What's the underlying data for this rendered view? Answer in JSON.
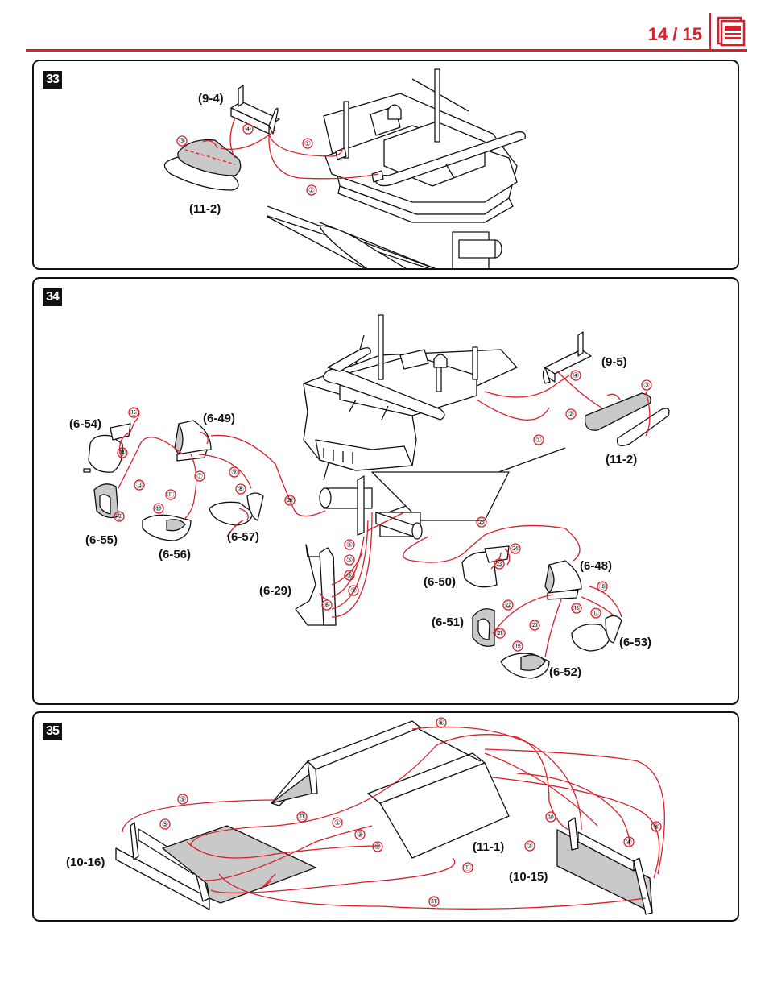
{
  "header": {
    "page_indicator": "14 / 15",
    "icon": "document-icon",
    "accent_color": "#d8202a"
  },
  "steps": [
    {
      "number": "33",
      "parts": [
        "(9-4)",
        "(11-2)"
      ],
      "sequence": [
        "①",
        "②",
        "③",
        "④"
      ]
    },
    {
      "number": "34",
      "parts": [
        "(9-5)",
        "(11-2)",
        "(6-54)",
        "(6-49)",
        "(6-55)",
        "(6-56)",
        "(6-57)",
        "(6-29)",
        "(6-50)",
        "(6-48)",
        "(6-51)",
        "(6-53)",
        "(6-52)"
      ],
      "sequence": [
        "①",
        "②",
        "③",
        "④",
        "⑤",
        "⑤",
        "⑤",
        "⑤",
        "⑥",
        "⑦",
        "⑧",
        "⑨",
        "⑩",
        "⑪",
        "⑫",
        "⑬",
        "⑭",
        "⑮",
        "⑯",
        "⑰",
        "⑱",
        "⑲",
        "⑳",
        "㉑",
        "㉒",
        "㉓",
        "㉔",
        "㉕",
        "㉖"
      ]
    },
    {
      "number": "35",
      "parts": [
        "(10-16)",
        "(11-1)",
        "(10-15)"
      ],
      "sequence": [
        "①",
        "②",
        "③",
        "④",
        "⑤",
        "⑥",
        "⑦",
        "⑧",
        "⑨",
        "⑩",
        "⑪",
        "⑪",
        "⑪"
      ]
    }
  ]
}
